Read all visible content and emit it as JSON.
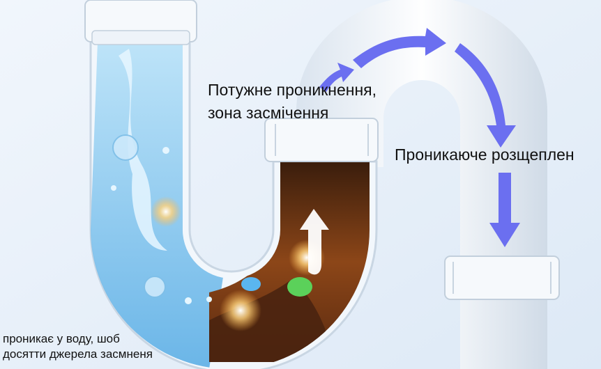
{
  "captions": {
    "penetration_zone": {
      "line1": "Потужне проникнення,",
      "line2": "зона засмічення"
    },
    "splitting": "Проникаюче розщеплен",
    "water": {
      "line1": "проникає у воду, шоб",
      "line2": "досятти джерела засмненя"
    }
  },
  "colors": {
    "background": "#e9f2fb",
    "pipe": "#f4f8fc",
    "water": "#8fcdf0",
    "clog": "#7a3a12",
    "arrow": "#6b6ff0"
  },
  "icons": {
    "flow_arrows": "curved-arrow-icon",
    "up_arrow": "up-arrow-icon"
  }
}
